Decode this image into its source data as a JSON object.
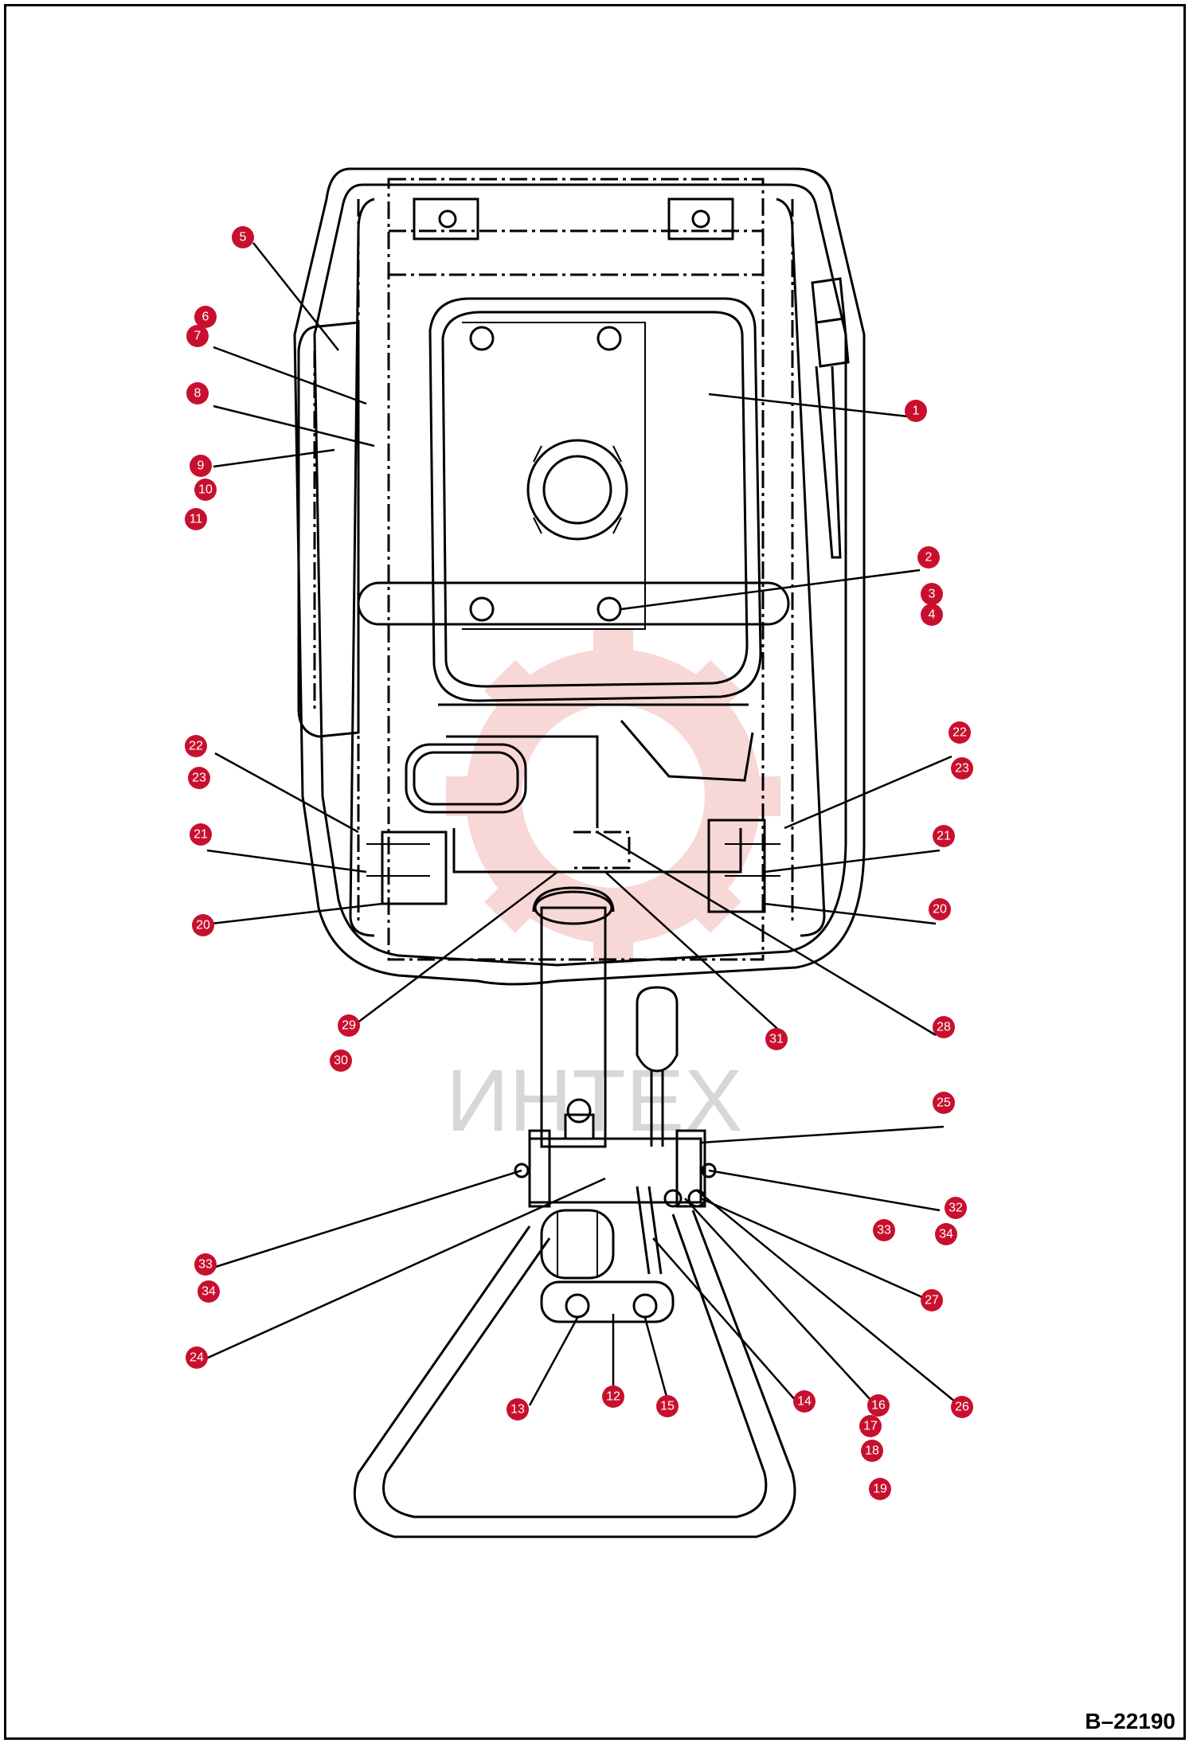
{
  "drawing_number": "B–22190",
  "watermark": {
    "text": "ИНТЕХ",
    "color": "#f4c6c6"
  },
  "callout_color": "#c8102e",
  "callouts": [
    "1",
    "2",
    "3",
    "4",
    "5",
    "6",
    "7",
    "8",
    "9",
    "10",
    "11",
    "12",
    "13",
    "14",
    "15",
    "16",
    "17",
    "18",
    "19",
    "20",
    "21",
    "22",
    "23",
    "24",
    "25",
    "26",
    "27",
    "28",
    "29",
    "30",
    "31",
    "32",
    "33",
    "34",
    "20",
    "21",
    "22",
    "23",
    "33",
    "34"
  ]
}
